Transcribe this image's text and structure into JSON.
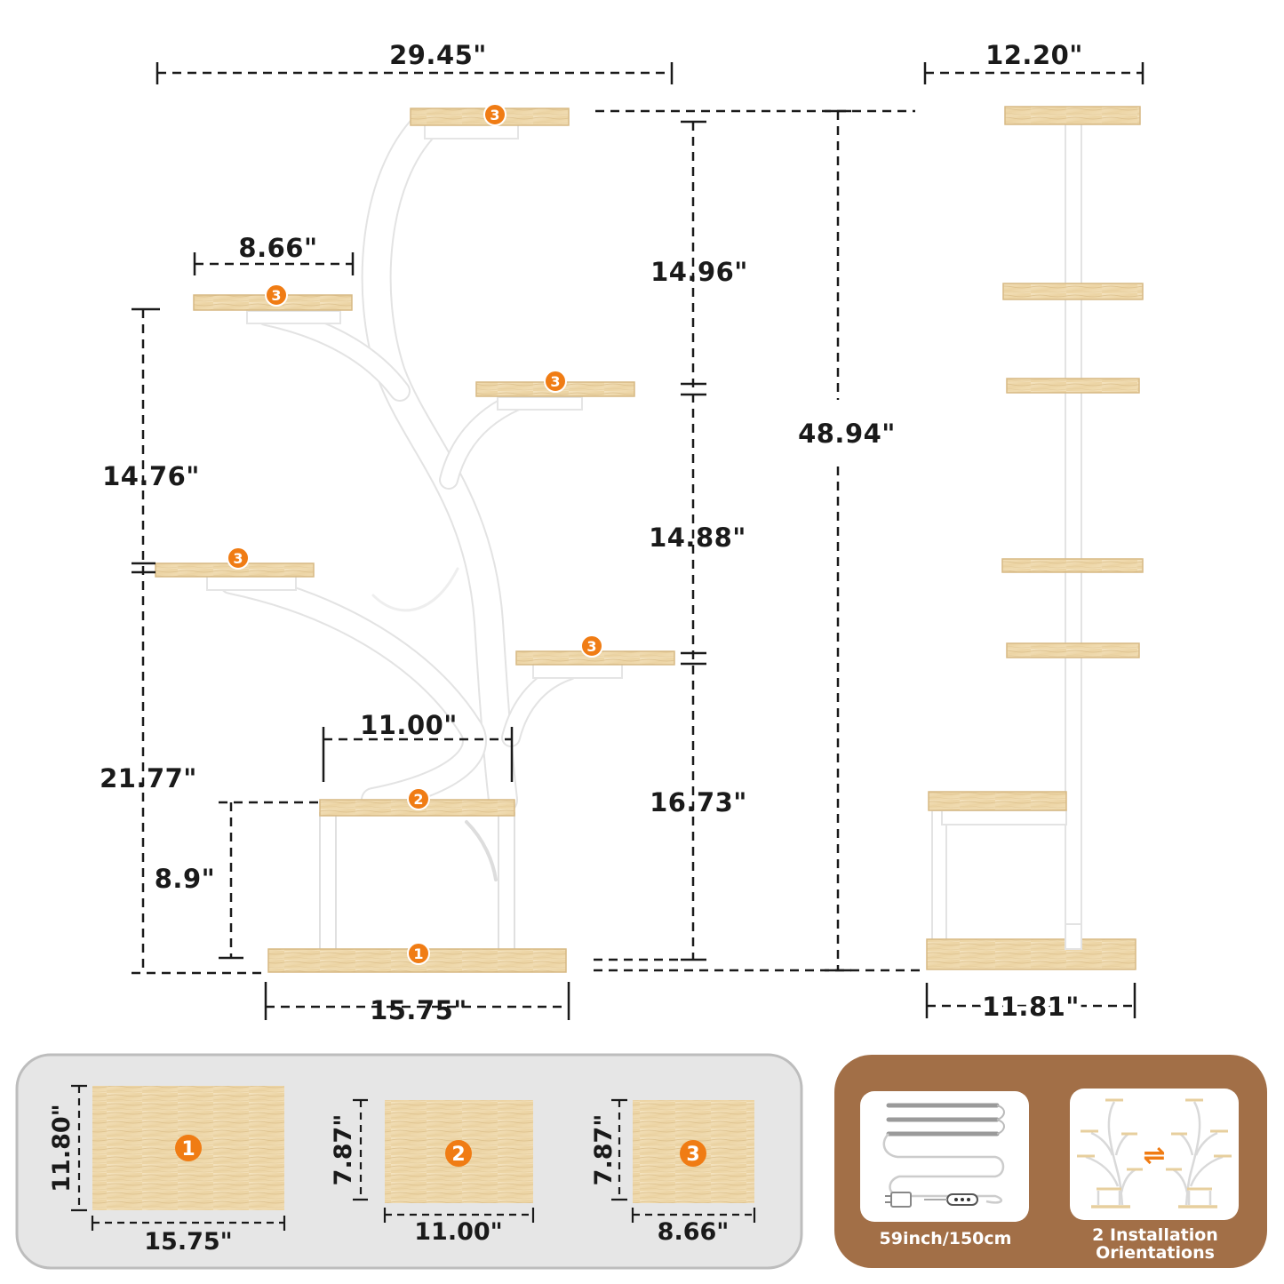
{
  "main_view": {
    "total_width": "29.45\"",
    "top_gap": "14.96\"",
    "left_shelf_width": "8.66\"",
    "left_gap": "14.76\"",
    "middle_gap": "14.88\"",
    "lower_left_height": "21.77\"",
    "second_shelf_width": "11.00\"",
    "bottom_gap": "16.73\"",
    "total_height": "48.94\"",
    "base_height": "8.9\"",
    "base_width": "15.75\""
  },
  "side_view": {
    "top_width": "12.20\"",
    "base_width": "11.81\""
  },
  "badges": {
    "one": "1",
    "two": "2",
    "three": "3"
  },
  "panels": [
    {
      "badge": "1",
      "width": "15.75\"",
      "depth": "11.80\""
    },
    {
      "badge": "2",
      "width": "11.00\"",
      "depth": "7.87\""
    },
    {
      "badge": "3",
      "width": "8.66\"",
      "depth": "7.87\""
    }
  ],
  "features": {
    "light_caption": "59inch/150cm",
    "orientation_caption_line1": "2 Installation",
    "orientation_caption_line2": "Orientations",
    "swap_icon": "⇌"
  },
  "colors": {
    "wood": "#efd9ad",
    "wood_edge": "#dcbf86",
    "badge": "#f07c14",
    "brown_panel": "#a26f47",
    "grey_panel": "#e6e6e6"
  }
}
